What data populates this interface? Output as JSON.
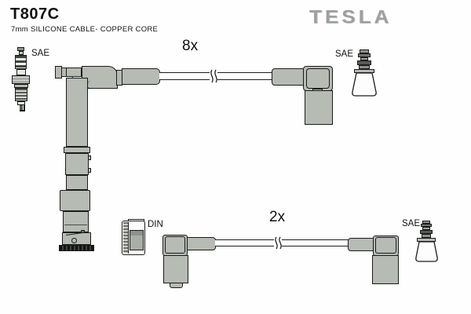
{
  "header": {
    "part_number": "T807C",
    "description": "7mm SILICONE CABLE- COPPER CORE",
    "brand_logo": "TESLA"
  },
  "diagram": {
    "main_cable_assembly": {
      "quantity": "8x",
      "left_terminal_standard": "SAE",
      "right_terminal_standard": "SAE"
    },
    "secondary_cable_assembly": {
      "quantity": "2x",
      "terminal_standard": "SAE",
      "coil_connector_standard": "DIN"
    },
    "labels": {
      "sae_spark_plug": "SAE",
      "sae_top_right": "SAE",
      "sae_bottom_right": "SAE",
      "din": "DIN",
      "qty_main": "8x",
      "qty_secondary": "2x"
    }
  },
  "colors": {
    "background": "#fefefe",
    "part_fill": "#b6bbb3",
    "outline": "#1c1c1c",
    "logo_gray": "#9ca19d",
    "dark_band": "#565b55"
  }
}
